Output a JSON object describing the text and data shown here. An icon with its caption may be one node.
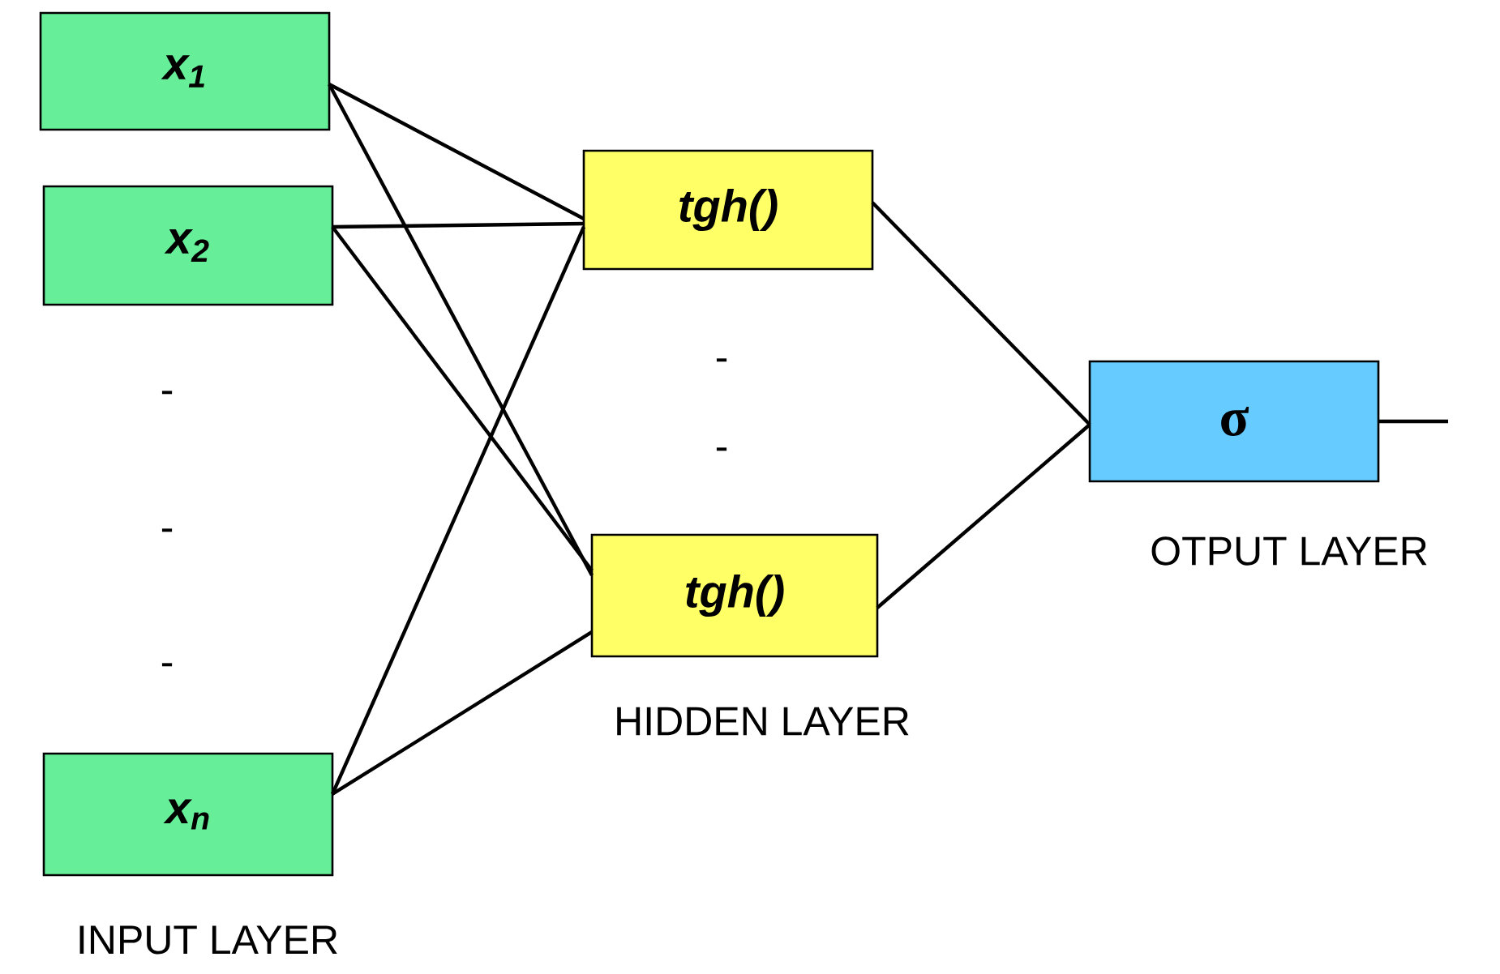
{
  "diagram": {
    "nodes": [
      {
        "text": [
          "x$_{1}$"
        ]
      },
      {
        "text": [
          "x$_{2}$"
        ]
      },
      {
        "text": [
          "x$_{n}$"
        ]
      },
      {
        "text": [
          "tgh()"
        ]
      },
      {
        "text": [
          "tgh()"
        ]
      },
      {
        "text": [
          "σ"
        ]
      }
    ],
    "edges": [
      {
        "from": 0,
        "to": 3,
        "arrow": "none"
      },
      {
        "from": 0,
        "to": 4,
        "arrow": "none"
      },
      {
        "from": 1,
        "to": 3,
        "arrow": "none"
      },
      {
        "from": 1,
        "to": 4,
        "arrow": "none"
      },
      {
        "from": 2,
        "to": 3,
        "arrow": "none"
      },
      {
        "from": 2,
        "to": 4,
        "arrow": "none"
      },
      {
        "from": 3,
        "to": 5,
        "arrow": "none"
      },
      {
        "from": 4,
        "to": 5,
        "arrow": "none"
      },
      {
        "from": 5,
        "to": null,
        "arrow": "none"
      }
    ],
    "labels": [
      "-",
      "-",
      "-",
      "-",
      "OTPUT LAYER",
      "-",
      "HIDDEN LAYER",
      "INPUT LAYER"
    ]
  }
}
